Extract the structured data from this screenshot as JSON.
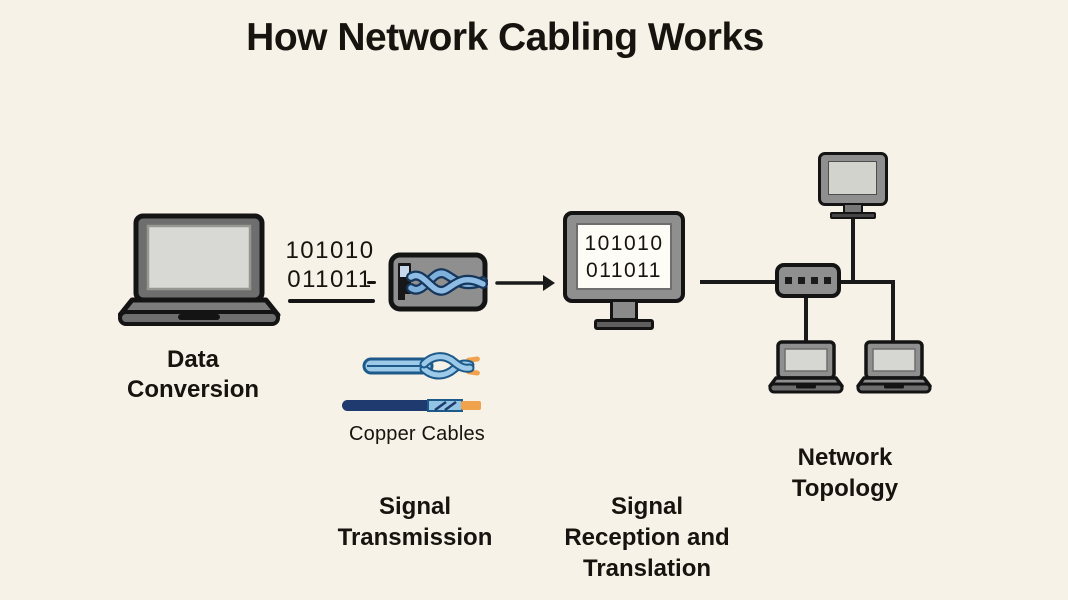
{
  "title": "How Network Cabling Works",
  "colors": {
    "background": "#f7f2e7",
    "text": "#17130e",
    "outline": "#141414",
    "device_gray": "#8f8f8f",
    "screen_gray": "#d8d8d4",
    "screen_white": "#fdfcf6",
    "cable_blue_dark": "#1d5a8a",
    "cable_blue_light": "#9ccae8",
    "cable_navy": "#1e3a6e",
    "copper_orange": "#f0a24c"
  },
  "stages": {
    "data_conversion": {
      "icon": "laptop-icon",
      "label": [
        "Data",
        "Conversion"
      ]
    },
    "binary_signal": {
      "line1": "101010",
      "line2": "011011"
    },
    "signal_transmission": {
      "icon": "cable-adapter-icon",
      "label": [
        "Signal",
        "Transmission"
      ],
      "copper_label": "Copper Cables",
      "cable_icons": [
        "twisted-pair-cable-icon",
        "coaxial-cable-icon"
      ]
    },
    "signal_reception": {
      "icon": "monitor-icon",
      "label": [
        "Signal",
        "Reception and",
        "Translation"
      ],
      "screen_line1": "101010",
      "screen_line2": "011011"
    },
    "network_topology": {
      "label": [
        "Network",
        "Topology"
      ],
      "icons": [
        "monitor-icon",
        "switch-icon",
        "laptop-icon",
        "laptop-icon"
      ]
    }
  }
}
